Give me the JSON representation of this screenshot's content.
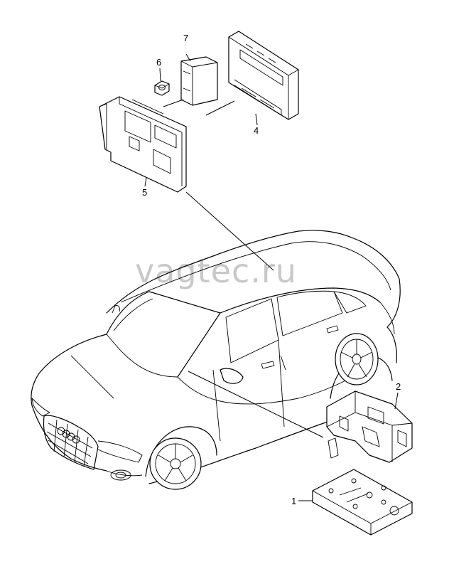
{
  "watermark": "vagtec.ru",
  "callouts": {
    "part1": "1",
    "part2": "2",
    "part4": "4",
    "part5": "5",
    "part6": "6",
    "part7": "7"
  }
}
